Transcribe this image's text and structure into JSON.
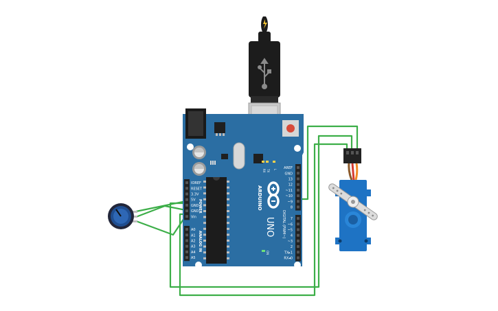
{
  "board": {
    "brand": "ARDUINO",
    "model": "UNO",
    "power_header_label": "POWER",
    "analog_header_label": "ANALOG IN",
    "digital_header_label": "DIGITAL (PWM~)",
    "on_label": "ON",
    "led_l": "L",
    "led_tx": "TX",
    "led_rx": "RX",
    "power_pins": [
      "IOREF",
      "RESET",
      "3.3V",
      "5V",
      "GND",
      "GND",
      "Vin"
    ],
    "analog_pins": [
      "A0",
      "A1",
      "A2",
      "A3",
      "A4",
      "A5"
    ],
    "digital_top_pins": [
      "AREF",
      "GND",
      "13",
      "12",
      "~11",
      "~10",
      "~9",
      "8"
    ],
    "digital_bottom_pins": [
      "7",
      "~6",
      "~5",
      "4",
      "~3",
      "2",
      "TX▸1",
      "RX◂0"
    ]
  },
  "colors": {
    "board": "#2b6ea3",
    "board_dark": "#1f5884",
    "wire": "#3cae48",
    "header": "#222222",
    "servo": "#1e73c4",
    "pot": "#1f4e91",
    "usb": "#1c1c1c",
    "usb_port": "#c9c9c9",
    "reset": "#d74a3a",
    "power_led": "#6ee27a"
  },
  "components": {
    "usb_cable": "usb-plug",
    "potentiometer": "potentiometer",
    "servo": "micro-servo"
  }
}
